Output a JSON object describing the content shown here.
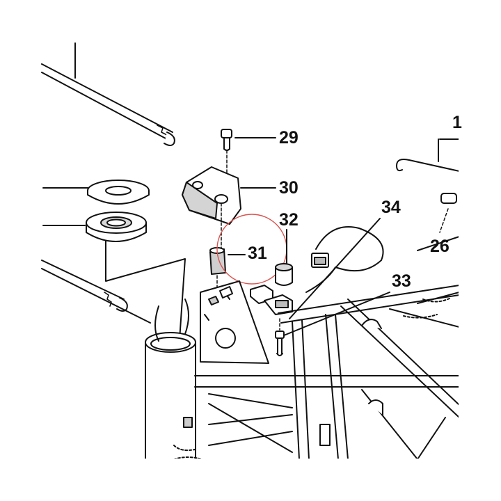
{
  "diagram": {
    "callouts": {
      "n29": "29",
      "n30": "30",
      "n32": "32",
      "n34": "34",
      "n31": "31",
      "n33": "33",
      "n26": "26",
      "n1": "1"
    },
    "colors": {
      "line": "#111111",
      "part_fill": "#ffffff",
      "part_shade": "#cfcfcf",
      "highlight_circle": "#d9534f"
    }
  }
}
